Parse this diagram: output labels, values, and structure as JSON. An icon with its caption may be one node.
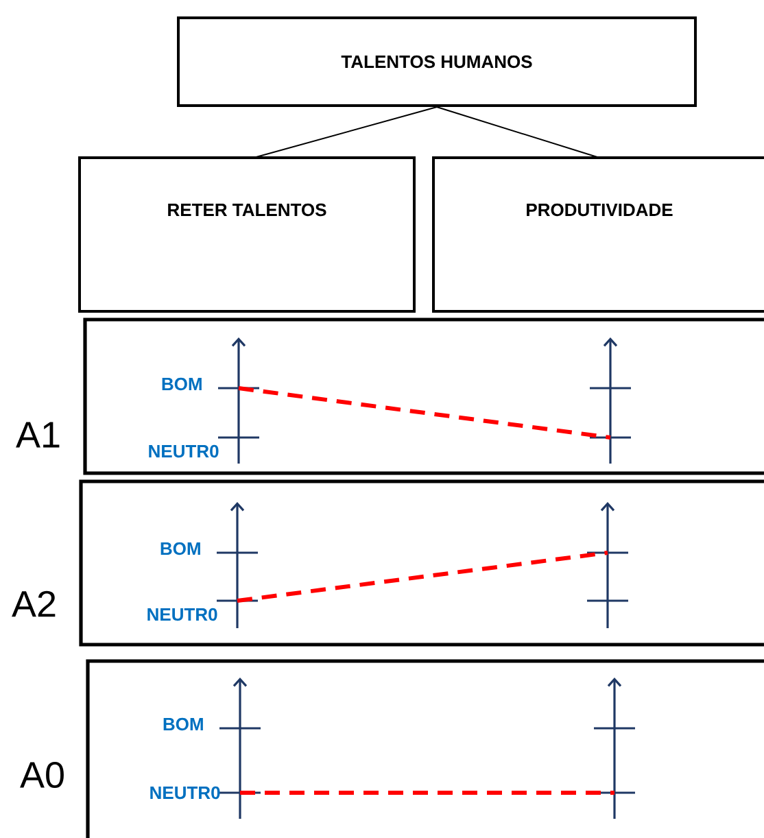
{
  "diagram": {
    "nodes": [
      {
        "text": [
          "TALENTOS HUMANOS"
        ]
      },
      {
        "text": [
          "RETER TALENTOS"
        ]
      },
      {
        "text": [
          "PRODUTIVIDADE"
        ]
      },
      {
        "text": [
          "A1"
        ]
      },
      {
        "text": [
          "A2"
        ]
      },
      {
        "text": [
          "A0"
        ]
      }
    ],
    "edges": [
      {
        "from": 0,
        "to": 1,
        "arrow": "none"
      },
      {
        "from": 0,
        "to": 2,
        "arrow": "none"
      }
    ],
    "labels": [
      "BOM",
      "NEUTR0",
      "BOM",
      "NEUTR0",
      "BOM",
      "NEUTR0"
    ]
  }
}
